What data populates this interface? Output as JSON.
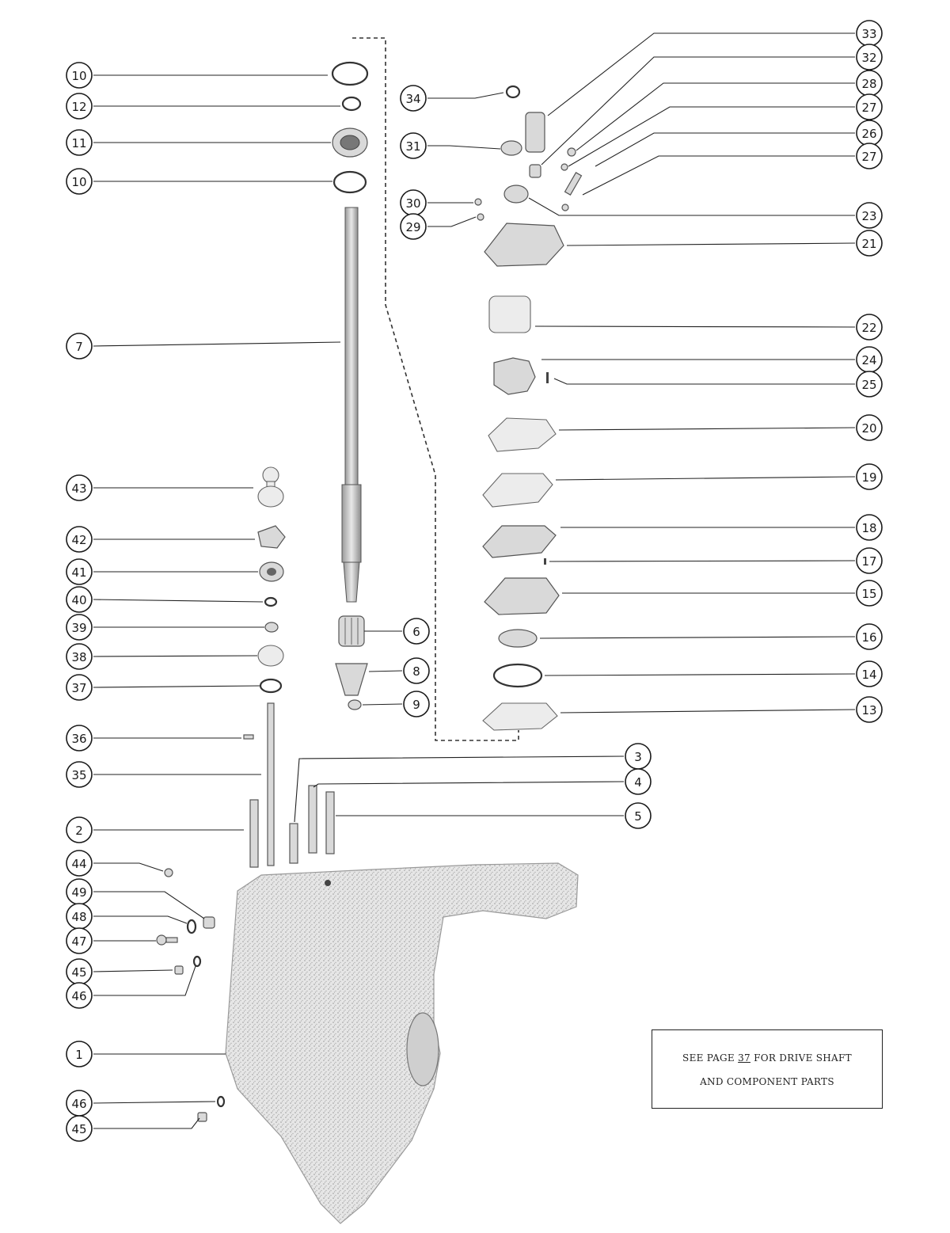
{
  "callouts": [
    {
      "label": "10",
      "ref": "o-ring-upper-top"
    },
    {
      "label": "12",
      "ref": "small-o-ring"
    },
    {
      "label": "11",
      "ref": "upper-bearing"
    },
    {
      "label": "10",
      "ref": "o-ring-upper-bottom"
    },
    {
      "label": "7",
      "ref": "drive-shaft"
    },
    {
      "label": "43",
      "ref": "shift-knob"
    },
    {
      "label": "42",
      "ref": "shift-cam"
    },
    {
      "label": "41",
      "ref": "shift-bushing"
    },
    {
      "label": "40",
      "ref": "washer-40"
    },
    {
      "label": "39",
      "ref": "washer-39"
    },
    {
      "label": "38",
      "ref": "shift-seal"
    },
    {
      "label": "37",
      "ref": "o-ring-37"
    },
    {
      "label": "36",
      "ref": "pin-36"
    },
    {
      "label": "35",
      "ref": "shift-shaft"
    },
    {
      "label": "2",
      "ref": "stud-2"
    },
    {
      "label": "44",
      "ref": "plug-44"
    },
    {
      "label": "49",
      "ref": "fitting-49"
    },
    {
      "label": "48",
      "ref": "washer-48"
    },
    {
      "label": "47",
      "ref": "screw-47"
    },
    {
      "label": "45",
      "ref": "screw-45-upper"
    },
    {
      "label": "46",
      "ref": "washer-46-upper"
    },
    {
      "label": "1",
      "ref": "gear-housing"
    },
    {
      "label": "46",
      "ref": "washer-46-lower"
    },
    {
      "label": "45",
      "ref": "screw-45-lower"
    },
    {
      "label": "6",
      "ref": "needle-bearing"
    },
    {
      "label": "8",
      "ref": "pinion-gear"
    },
    {
      "label": "9",
      "ref": "nut-9"
    },
    {
      "label": "3",
      "ref": "stud-3"
    },
    {
      "label": "4",
      "ref": "stud-4"
    },
    {
      "label": "5",
      "ref": "stud-5"
    },
    {
      "label": "34",
      "ref": "o-ring-34"
    },
    {
      "label": "31",
      "ref": "seal-31"
    },
    {
      "label": "30",
      "ref": "nut-30"
    },
    {
      "label": "29",
      "ref": "washer-29"
    },
    {
      "label": "33",
      "ref": "water-tube-seal"
    },
    {
      "label": "32",
      "ref": "grommet-32"
    },
    {
      "label": "28",
      "ref": "nut-28"
    },
    {
      "label": "27",
      "ref": "washer-27-upper"
    },
    {
      "label": "26",
      "ref": "screw-26"
    },
    {
      "label": "27",
      "ref": "washer-27-lower"
    },
    {
      "label": "23",
      "ref": "seal-23"
    },
    {
      "label": "21",
      "ref": "pump-body"
    },
    {
      "label": "22",
      "ref": "pump-insert"
    },
    {
      "label": "24",
      "ref": "impeller"
    },
    {
      "label": "25",
      "ref": "key-25"
    },
    {
      "label": "20",
      "ref": "gasket-20"
    },
    {
      "label": "19",
      "ref": "face-plate"
    },
    {
      "label": "18",
      "ref": "gasket-18"
    },
    {
      "label": "17",
      "ref": "pin-17"
    },
    {
      "label": "15",
      "ref": "pump-base"
    },
    {
      "label": "16",
      "ref": "oil-seal"
    },
    {
      "label": "14",
      "ref": "o-ring-14"
    },
    {
      "label": "13",
      "ref": "gasket-13"
    }
  ],
  "note": {
    "line1_prefix": "SEE PAGE ",
    "page": "37",
    "line1_suffix": " FOR DRIVE SHAFT",
    "line2": "AND COMPONENT PARTS"
  }
}
